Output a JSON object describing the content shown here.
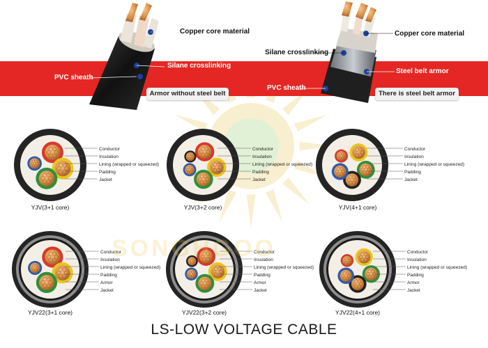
{
  "title": "LS-LOW VOLTAGE CABLE",
  "watermark": "SONGHGOO",
  "banner": {
    "color": "#e42724",
    "left": {
      "copper": "Copper core material",
      "silane": "Silane crosslinking",
      "pvc": "PVC sheath",
      "badge": "Armor without steel belt"
    },
    "right": {
      "copper": "Copper core material",
      "silane": "Silane crosslinking",
      "armor": "Steel belt armor",
      "pvc": "PVC sheath",
      "badge": "There is steel belt armor"
    }
  },
  "labels": {
    "conductor": "Conductor",
    "insulation": "Insulation",
    "lining": "Lining (wrapped or squeezed)",
    "padding": "Padding",
    "armor": "Armor",
    "jacket": "Jacket"
  },
  "sections": [
    {
      "caption": "YJV(3+1 core)",
      "cores": 4,
      "armor": false
    },
    {
      "caption": "YJV(3+2 core)",
      "cores": 5,
      "armor": false
    },
    {
      "caption": "YJV(4+1 core)",
      "cores": 5,
      "armor": false
    },
    {
      "caption": "YJV22(3+1 core)",
      "cores": 4,
      "armor": true
    },
    {
      "caption": "YJV22(3+2 core)",
      "cores": 5,
      "armor": true
    },
    {
      "caption": "YJV22(4+1 core)",
      "cores": 5,
      "armor": true
    }
  ],
  "colors": {
    "red": "#d63a2b",
    "yellow": "#e8c520",
    "green": "#2f8f3a",
    "blue": "#2f5bb0",
    "black": "#222222",
    "copper": "#d98f46",
    "jacket": "#242424",
    "armor": "#8e8e8e"
  }
}
